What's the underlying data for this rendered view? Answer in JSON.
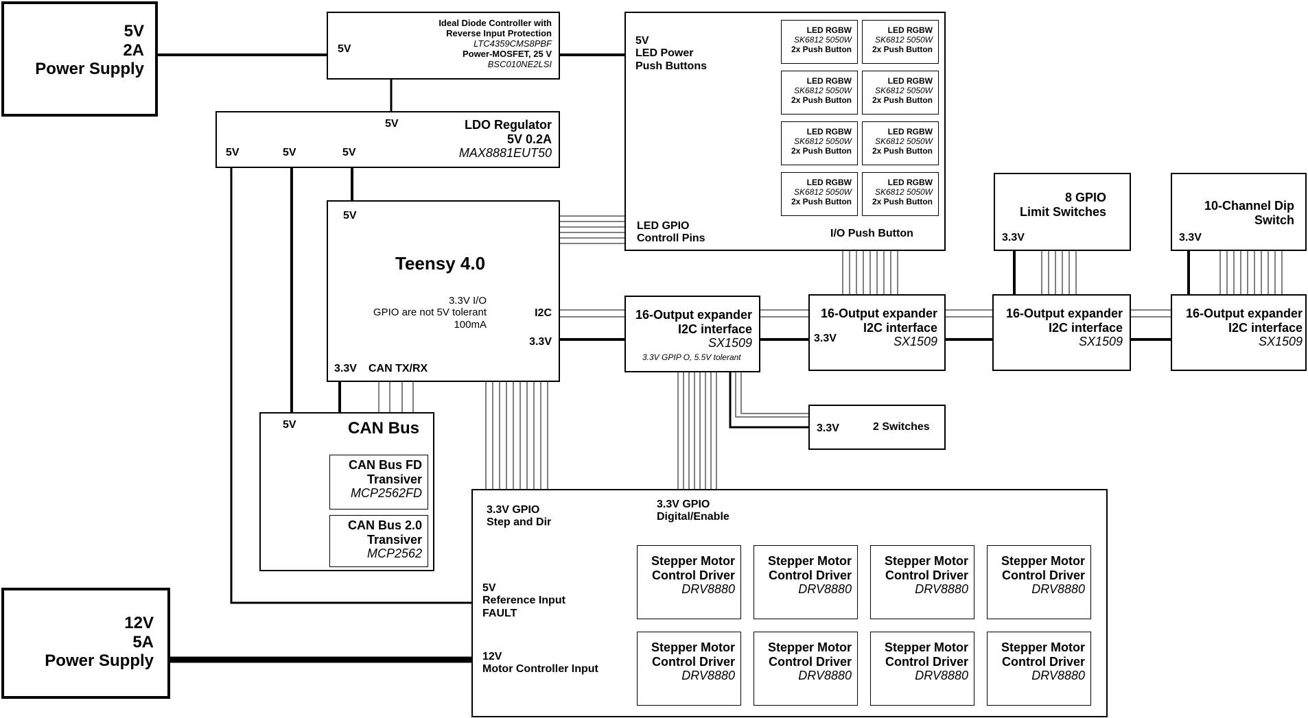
{
  "psu5": {
    "line1": "5V",
    "line2": "2A",
    "line3": "Power Supply"
  },
  "psu12": {
    "line1": "12V",
    "line2": "5A",
    "line3": "Power Supply"
  },
  "diode": {
    "port": "5V",
    "title1": "Ideal Diode Controller with",
    "title2": "Reverse Input Protection",
    "part1": "LTC4359CMS8PBF",
    "title3": "Power-MOSFET, 25 V",
    "part2": "BSC010NE2LSI"
  },
  "ldo": {
    "in": "5V",
    "title": "LDO Regulator",
    "spec": "5V 0.2A",
    "part": "MAX8881EUT50",
    "out1": "5V",
    "out2": "5V",
    "out3": "5V"
  },
  "teensy": {
    "power": "5V",
    "title": "Teensy 4.0",
    "note1": "3.3V I/O",
    "note2": "GPIO are not 5V tolerant",
    "note3": "100mA",
    "i2c": "I2C",
    "v33": "3.3V",
    "bottom_v33": "3.3V",
    "bottom_can": "CAN TX/RX"
  },
  "ledpanel": {
    "power1": "5V",
    "power2": "LED Power",
    "power3": "Push Buttons",
    "gpio1": "LED GPIO",
    "gpio2": "Controll Pins",
    "io_button": "I/O Push Button",
    "cells": [
      {
        "l1": "LED RGBW",
        "l2": "SK6812  5050W",
        "l3": "2x Push Button"
      },
      {
        "l1": "LED RGBW",
        "l2": "SK6812  5050W",
        "l3": "2x Push Button"
      },
      {
        "l1": "LED RGBW",
        "l2": "SK6812  5050W",
        "l3": "2x Push Button"
      },
      {
        "l1": "LED RGBW",
        "l2": "SK6812  5050W",
        "l3": "2x Push Button"
      },
      {
        "l1": "LED RGBW",
        "l2": "SK6812  5050W",
        "l3": "2x Push Button"
      },
      {
        "l1": "LED RGBW",
        "l2": "SK6812  5050W",
        "l3": "2x Push Button"
      },
      {
        "l1": "LED RGBW",
        "l2": "SK6812  5050W",
        "l3": "2x Push Button"
      },
      {
        "l1": "LED RGBW",
        "l2": "SK6812  5050W",
        "l3": "2x Push Button"
      }
    ]
  },
  "can": {
    "power": "5V",
    "title": "CAN Bus",
    "fd1": "CAN Bus FD",
    "fd2": "Transiver",
    "fd3": "MCP2562FD",
    "std1": "CAN Bus 2.0",
    "std2": "Transiver",
    "std3": "MCP2562"
  },
  "exp1": {
    "title1": "16-Output expander",
    "title2": "I2C interface",
    "part": "SX1509",
    "note": "3.3V GPIP O, 5.5V tolerant"
  },
  "exp2": {
    "v33": "3.3V",
    "title1": "16-Output expander",
    "title2": "I2C interface",
    "part": "SX1509"
  },
  "exp3": {
    "title1": "16-Output expander",
    "title2": "I2C interface",
    "part": "SX1509"
  },
  "exp4": {
    "title1": "16-Output expander",
    "title2": "I2C interface",
    "part": "SX1509"
  },
  "limit": {
    "title1": "8 GPIO",
    "title2": "Limit Switches",
    "v33": "3.3V"
  },
  "dip": {
    "title1": "10-Channel Dip",
    "title2": "Switch",
    "v33": "3.3V"
  },
  "switches": {
    "v33": "3.3V",
    "title": "2 Switches"
  },
  "motor": {
    "step1": "3.3V GPIO",
    "step2": "Step and Dir",
    "dig1": "3.3V GPIO",
    "dig2": "Digital/Enable",
    "ref1": "5V",
    "ref2": "Reference Input",
    "ref3": "FAULT",
    "pwr1": "12V",
    "pwr2": "Motor Controller Input",
    "drivers": [
      {
        "l1": "Stepper Motor",
        "l2": "Control Driver",
        "l3": "DRV8880"
      },
      {
        "l1": "Stepper Motor",
        "l2": "Control Driver",
        "l3": "DRV8880"
      },
      {
        "l1": "Stepper Motor",
        "l2": "Control Driver",
        "l3": "DRV8880"
      },
      {
        "l1": "Stepper Motor",
        "l2": "Control Driver",
        "l3": "DRV8880"
      },
      {
        "l1": "Stepper Motor",
        "l2": "Control Driver",
        "l3": "DRV8880"
      },
      {
        "l1": "Stepper Motor",
        "l2": "Control Driver",
        "l3": "DRV8880"
      },
      {
        "l1": "Stepper Motor",
        "l2": "Control Driver",
        "l3": "DRV8880"
      },
      {
        "l1": "Stepper Motor",
        "l2": "Control Driver",
        "l3": "DRV8880"
      }
    ]
  }
}
